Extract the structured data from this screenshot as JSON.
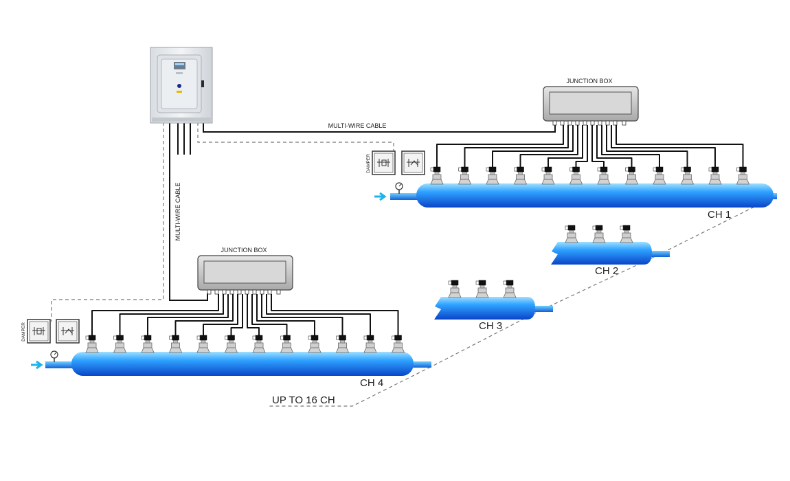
{
  "labels": {
    "junction_box": "JUNCTION BOX",
    "multi_wire_cable": "MULTI-WIRE CABLE",
    "damper": "DAMPER",
    "up_to": "UP TO 16 CH"
  },
  "channels": [
    {
      "id": "ch1",
      "label": "CH 1",
      "valves": 12
    },
    {
      "id": "ch2",
      "label": "CH 2",
      "valves": 3
    },
    {
      "id": "ch3",
      "label": "CH 3",
      "valves": 3
    },
    {
      "id": "ch4",
      "label": "CH 4",
      "valves": 12
    }
  ],
  "colors": {
    "manifold_light": "#5fc4ff",
    "manifold_dark": "#0a52d6",
    "inlet_arrow": "#1fb3ea",
    "cable": "#111111",
    "dashed": "#777777",
    "panel": "#e9ecef",
    "junction_box": "#bdbdbd"
  },
  "icons": [
    "control-panel-icon",
    "junction-box-icon",
    "solenoid-valve-icon",
    "pressure-gauge-icon",
    "damper-icon",
    "inlet-arrow-icon"
  ]
}
